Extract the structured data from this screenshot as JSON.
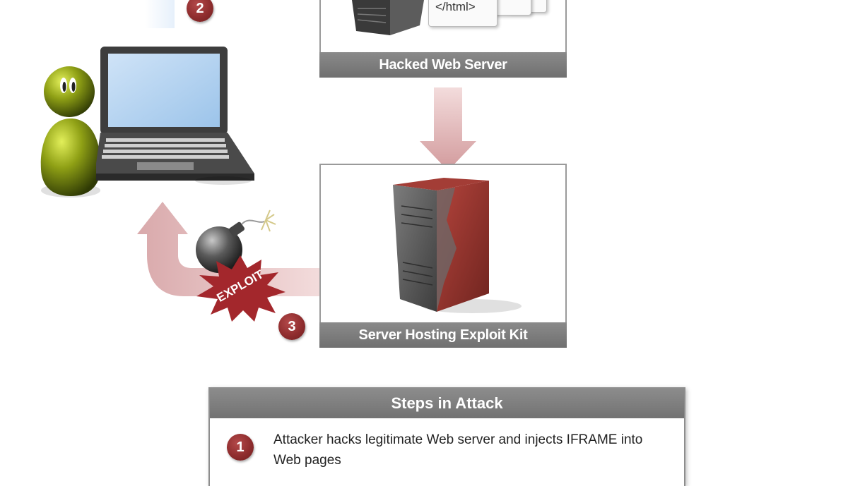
{
  "step_badges": [
    "2",
    "3"
  ],
  "web_server": {
    "label": "Hacked Web Server",
    "code_snippet": "</html>"
  },
  "exploit_server": {
    "label": "Server Hosting Exploit Kit"
  },
  "exploit_burst": {
    "text": "EXPLOIT"
  },
  "steps_table": {
    "title": "Steps in Attack",
    "rows": [
      {
        "number": "1",
        "text": "Attacker hacks legitimate Web server and injects IFRAME into Web pages"
      }
    ]
  },
  "colors": {
    "badge": "#8f2d2e",
    "label_bar": "#7a7a7a",
    "arrow": "#d9a9ab",
    "user_figure": "#8a9a14"
  },
  "icons": [
    "user-figure-icon",
    "laptop-icon",
    "server-icon",
    "infected-server-icon",
    "bomb-icon",
    "html-page-icon"
  ]
}
